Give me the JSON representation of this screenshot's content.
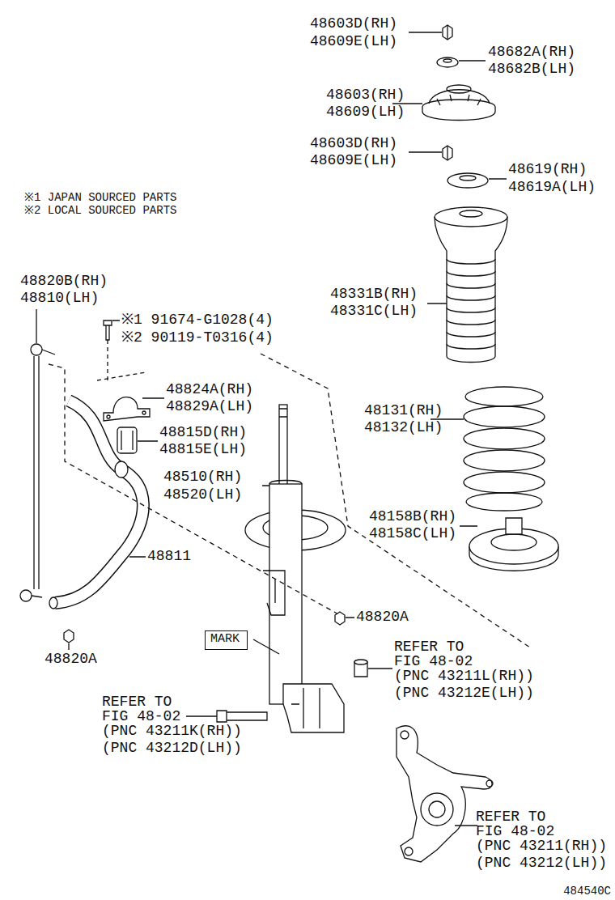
{
  "diagram": {
    "nodes": [
      {
        "text": [
          "MARK"
        ]
      }
    ],
    "labels": [
      "48603D(RH)",
      "48609E(LH)",
      "48682A(RH)",
      "48682B(LH)",
      "48603(RH)",
      "48609(LH)",
      "48603D(RH)",
      "48609E(LH)",
      "48619(RH)",
      "48619A(LH)",
      "※1 JAPAN SOURCED PARTS",
      "※2 LOCAL SOURCED PARTS",
      "48820B(RH)",
      "48810(LH)",
      "※1 91674-G1028(4)",
      "※2 90119-T0316(4)",
      "48824A(RH)",
      "48829A(LH)",
      "48815D(RH)",
      "48815E(LH)",
      "48510(RH)",
      "48520(LH)",
      "48331B(RH)",
      "48331C(LH)",
      "48131(RH)",
      "48132(LH)",
      "48158B(RH)",
      "48158C(LH)",
      "48811",
      "48820A",
      "48820A",
      "REFER TO",
      "FIG 48-02",
      "(PNC 43211L(RH))",
      "(PNC 43212E(LH))",
      "REFER TO",
      "FIG 48-02",
      "(PNC 43211K(RH))",
      "(PNC 43212D(LH))",
      "REFER TO",
      "FIG 48-02",
      "(PNC 43211(RH))",
      "(PNC 43212(LH))",
      "484540C"
    ]
  }
}
